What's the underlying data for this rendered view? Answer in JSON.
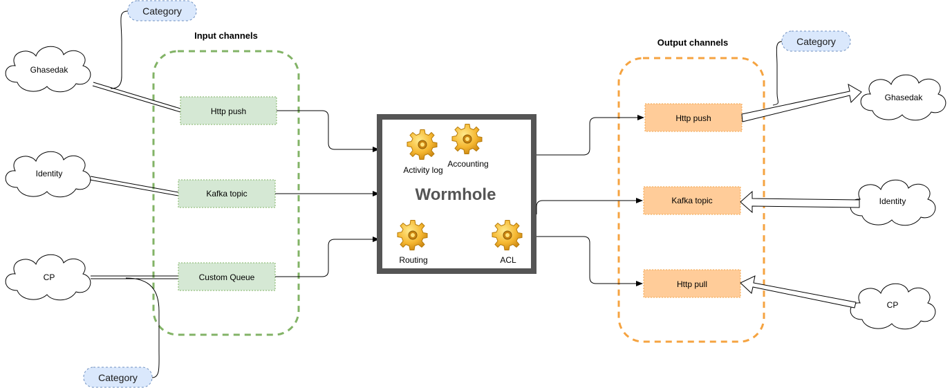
{
  "colors": {
    "input_fill": "#d5e8d4",
    "input_stroke": "#82b366",
    "input_group": "#82b366",
    "output_fill": "#ffcc99",
    "output_stroke": "#f0a44a",
    "output_group": "#f5a340",
    "category_fill": "#dae8fc",
    "category_stroke": "#6c8ebf",
    "core_border": "#555555",
    "gear": "#f5b731"
  },
  "input": {
    "title": "Input channels",
    "channels": [
      "Http push",
      "Kafka topic",
      "Custom Queue"
    ]
  },
  "output": {
    "title": "Output channels",
    "channels": [
      "Http push",
      "Kafka topic",
      "Http pull"
    ]
  },
  "sources": [
    "Ghasedak",
    "Identity",
    "CP"
  ],
  "destinations": [
    "Ghasedak",
    "Identity",
    "CP"
  ],
  "categories": {
    "top_left": "Category",
    "bottom_left": "Category",
    "top_right": "Category"
  },
  "core": {
    "title": "Wormhole",
    "components": [
      {
        "label": "Activity log",
        "icon": "gear-icon"
      },
      {
        "label": "Accounting",
        "icon": "gear-icon"
      },
      {
        "label": "Routing",
        "icon": "gear-icon"
      },
      {
        "label": "ACL",
        "icon": "gear-icon"
      }
    ]
  }
}
